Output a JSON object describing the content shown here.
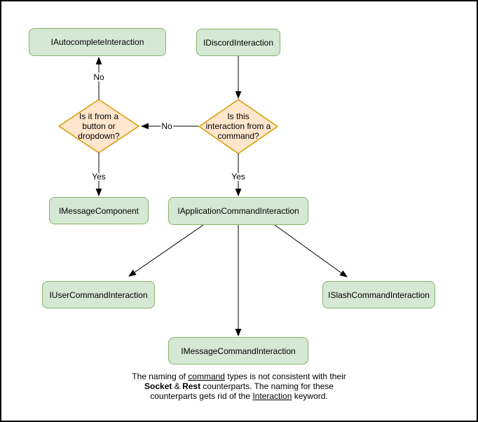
{
  "colors": {
    "background": "#ffffff",
    "frame_border": "#000000",
    "node_fill": "#d5e8d4",
    "node_border": "#82b366",
    "decision_fill": "#ffe6cc",
    "decision_border": "#d79b00",
    "connector": "#000000",
    "text": "#000000"
  },
  "nodes": {
    "autocomplete_interaction": {
      "label": "IAutocompleteInteraction",
      "kind": "process"
    },
    "discord_interaction": {
      "label": "IDiscordInteraction",
      "kind": "process"
    },
    "decision_button_dropdown": {
      "label": "Is it from a\nbutton or\ndropdown?",
      "kind": "decision"
    },
    "decision_from_command": {
      "label": "Is this\ninteraction from a\ncommand?",
      "kind": "decision"
    },
    "message_component": {
      "label": "IMessageComponent",
      "kind": "process"
    },
    "application_command_interaction": {
      "label": "IApplicationCommandInteraction",
      "kind": "process"
    },
    "user_command_interaction": {
      "label": "IUserCommandInteraction",
      "kind": "process"
    },
    "message_command_interaction": {
      "label": "IMessageCommandInteraction",
      "kind": "process"
    },
    "slash_command_interaction": {
      "label": "ISlashCommandInteraction",
      "kind": "process"
    }
  },
  "edges": {
    "discord_to_command_decision": {
      "from": "IDiscordInteraction",
      "to": "Is this interaction from a command?",
      "label": ""
    },
    "command_decision_no": {
      "from": "Is this interaction from a command?",
      "to": "Is it from a button or dropdown?",
      "label": "No"
    },
    "button_decision_no": {
      "from": "Is it from a button or dropdown?",
      "to": "IAutocompleteInteraction",
      "label": "No"
    },
    "button_decision_yes": {
      "from": "Is it from a button or dropdown?",
      "to": "IMessageComponent",
      "label": "Yes"
    },
    "command_decision_yes": {
      "from": "Is this interaction from a command?",
      "to": "IApplicationCommandInteraction",
      "label": "Yes"
    },
    "application_to_user": {
      "from": "IApplicationCommandInteraction",
      "to": "IUserCommandInteraction",
      "label": ""
    },
    "application_to_message": {
      "from": "IApplicationCommandInteraction",
      "to": "IMessageCommandInteraction",
      "label": ""
    },
    "application_to_slash": {
      "from": "IApplicationCommandInteraction",
      "to": "ISlashCommandInteraction",
      "label": ""
    }
  },
  "note": {
    "l1_a": "The naming of ",
    "l1_b": "command",
    "l1_c": " types is not consistent with their",
    "l2_a": "Socket",
    "l2_b": " & ",
    "l2_c": "Rest",
    "l2_d": " counterparts. The naming for these",
    "l3_a": "counterparts gets rid of the ",
    "l3_b": "Interaction",
    "l3_c": " keyword."
  }
}
